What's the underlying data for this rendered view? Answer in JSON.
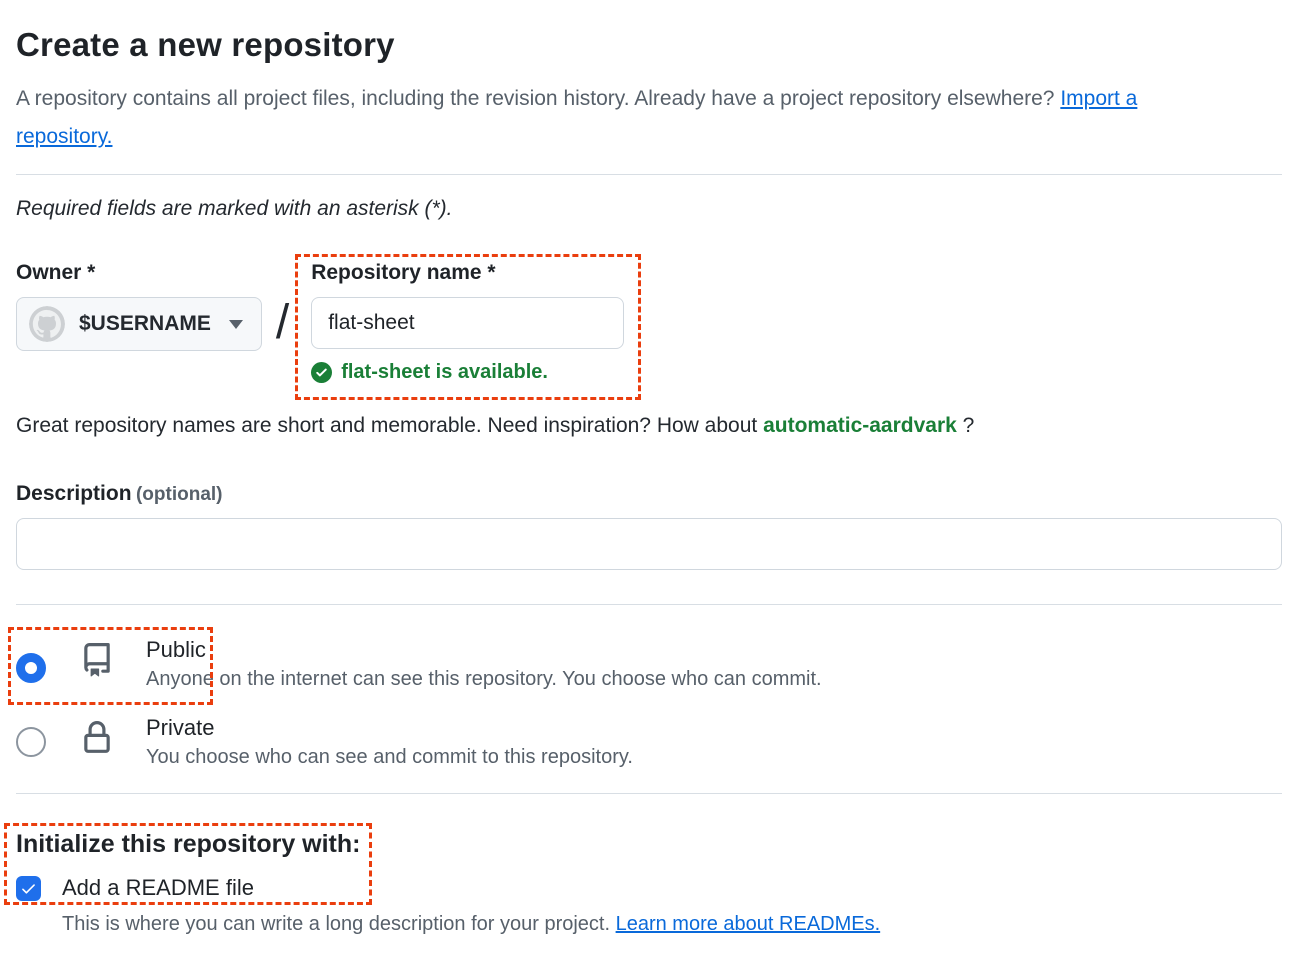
{
  "page": {
    "title": "Create a new repository",
    "intro_text": "A repository contains all project files, including the revision history. Already have a project repository elsewhere?",
    "intro_link": "Import a repository.",
    "required_note": "Required fields are marked with an asterisk (*)."
  },
  "owner": {
    "label": "Owner *",
    "selected": "$USERNAME",
    "separator": "/"
  },
  "repo_name": {
    "label": "Repository name *",
    "value": "flat-sheet",
    "availability": "flat-sheet is available."
  },
  "suggestion": {
    "text_before": "Great repository names are short and memorable. Need inspiration? How about",
    "suggested_name": "automatic-aardvark",
    "text_after": "?"
  },
  "description": {
    "label": "Description",
    "optional": "(optional)",
    "value": ""
  },
  "visibility": {
    "public": {
      "label": "Public",
      "description": "Anyone on the internet can see this repository. You choose who can commit.",
      "selected": "true"
    },
    "private": {
      "label": "Private",
      "description": "You choose who can see and commit to this repository.",
      "selected": "false"
    }
  },
  "initialize": {
    "heading": "Initialize this repository with:",
    "readme_label": "Add a README file",
    "readme_checked": "true",
    "readme_note": "This is where you can write a long description for your project.",
    "readme_link": "Learn more about READMEs."
  },
  "colors": {
    "accent_blue": "#1f6feb",
    "link_blue": "#0969da",
    "success_green": "#1a7f37",
    "annotation_red": "#ea3e0e",
    "text_dark": "#1f2328",
    "text_gray": "#57606a"
  }
}
